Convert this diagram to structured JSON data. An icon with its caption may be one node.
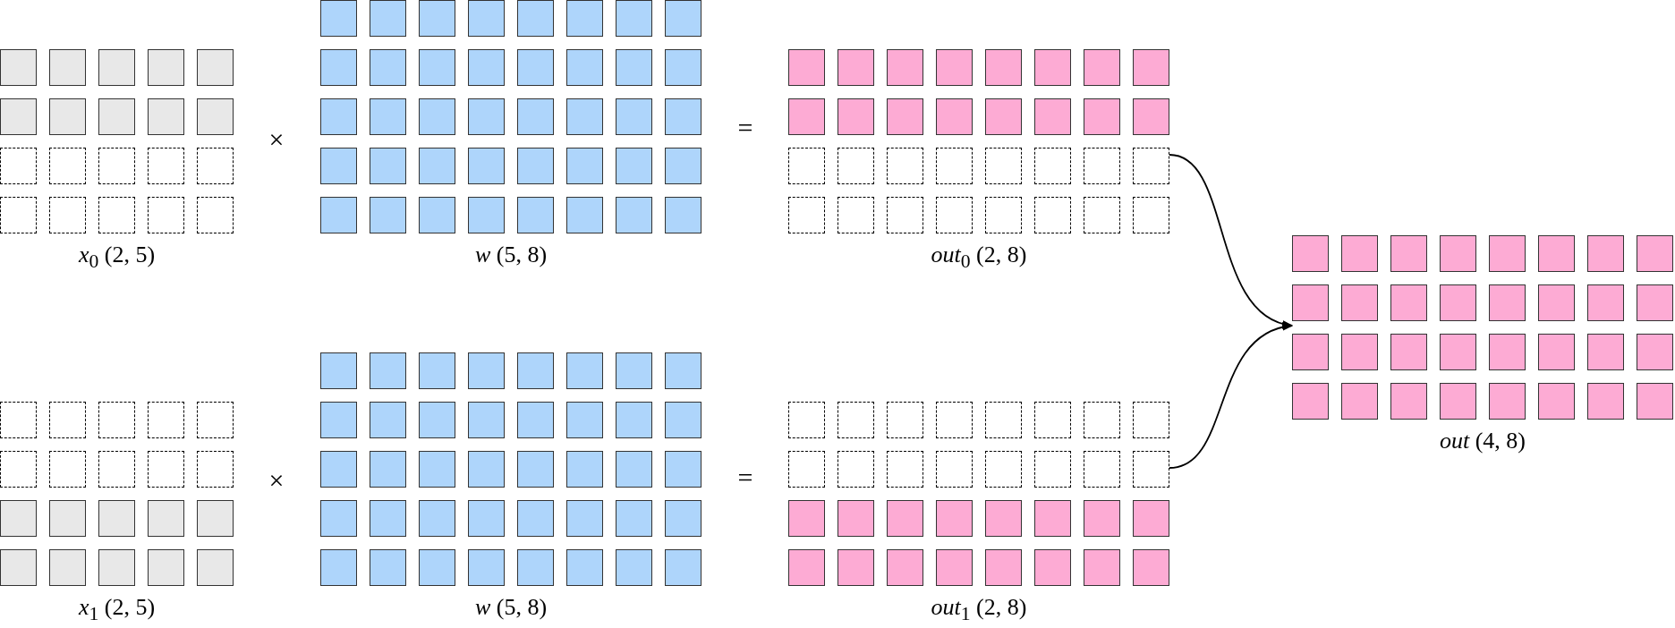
{
  "diagram": {
    "nodes": [
      {
        "text": [
          "*x*$_{0}$ (2, 5)"
        ]
      },
      {
        "text": [
          "*w* (5, 8)"
        ]
      },
      {
        "text": [
          "*out*$_{0}$ (2, 8)"
        ]
      },
      {
        "text": [
          "*out* (4, 8)"
        ]
      },
      {
        "text": [
          "*x*$_{1}$ (2, 5)"
        ]
      },
      {
        "text": [
          "*w* (5, 8)"
        ]
      },
      {
        "text": [
          "*out*$_{1}$ (2, 8)"
        ]
      }
    ],
    "edges": [
      {
        "from": 2,
        "to": 3,
        "arrow": "to"
      },
      {
        "from": 6,
        "to": 3,
        "arrow": "to"
      }
    ],
    "labels": [
      "×",
      "=",
      "×",
      "="
    ]
  }
}
